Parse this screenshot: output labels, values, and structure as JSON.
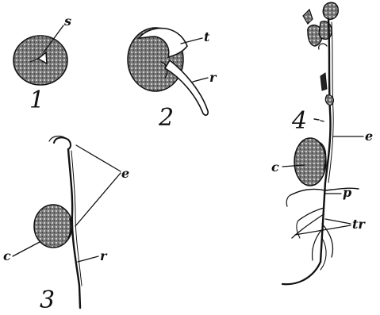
{
  "figures": [
    {
      "number": "1",
      "labels": {
        "s": "s"
      }
    },
    {
      "number": "2",
      "labels": {
        "t": "t",
        "r": "r"
      }
    },
    {
      "number": "3",
      "labels": {
        "e": "e",
        "c": "c",
        "r": "r"
      }
    },
    {
      "number": "4",
      "labels": {
        "e": "e",
        "c": "c",
        "p": "p",
        "tr": "tr"
      }
    }
  ],
  "colors": {
    "ink": "#111111",
    "paper": "#ffffff",
    "seed_fill": "#6f6f6f"
  }
}
